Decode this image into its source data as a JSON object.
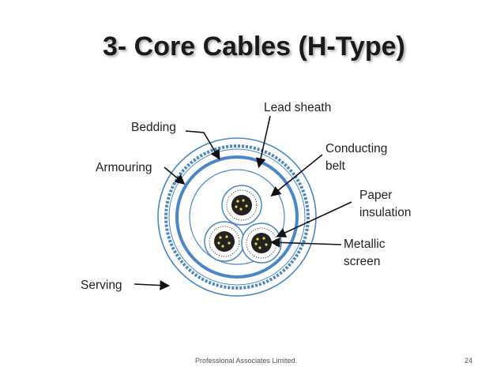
{
  "title": "3- Core Cables (H-Type)",
  "labels": {
    "lead_sheath": "Lead sheath",
    "bedding": "Bedding",
    "conducting_line1": "Conducting",
    "conducting_line2": "belt",
    "armouring": "Armouring",
    "paper_line1": "Paper",
    "paper_line2": "insulation",
    "metallic_line1": "Metallic",
    "metallic_line2": "screen",
    "serving": "Serving"
  },
  "footer": {
    "company": "Professional Associates Limited.",
    "page_number": "24"
  },
  "colors": {
    "cable_blue": "#4a86c8",
    "outline_dark": "#1a1a1a"
  }
}
